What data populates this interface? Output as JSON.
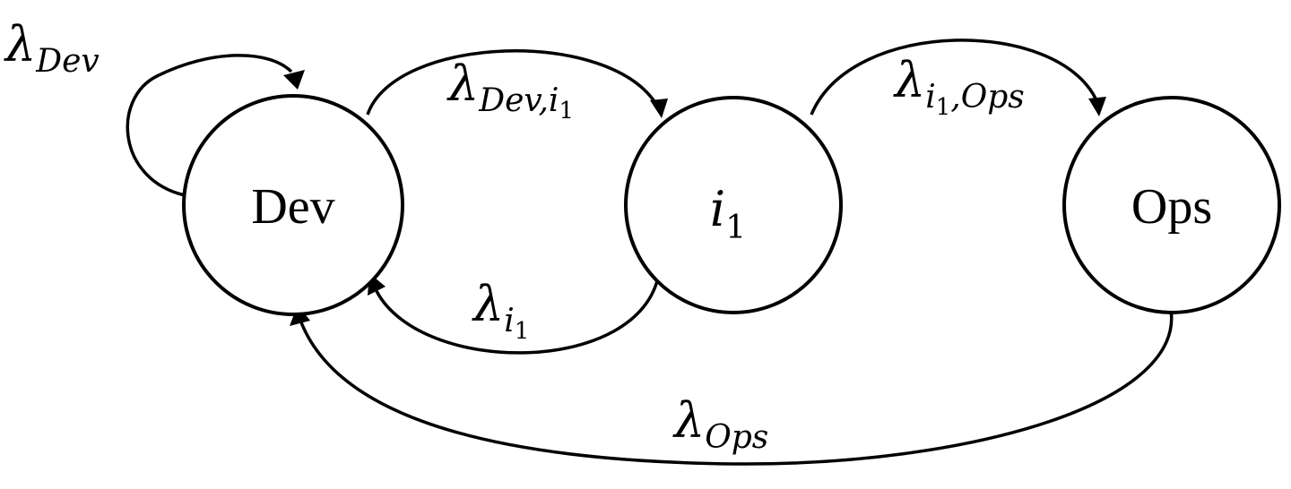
{
  "nodes": {
    "dev": {
      "label": "Dev"
    },
    "i1": {
      "label_main": "i",
      "label_sub": "1"
    },
    "ops": {
      "label": "Ops"
    }
  },
  "edges": {
    "dev_self": {
      "symbol": "λ",
      "subscript": "Dev"
    },
    "dev_to_i1": {
      "symbol": "λ",
      "subscript": "Dev,i",
      "subscript_sub": "1"
    },
    "i1_to_ops": {
      "symbol": "λ",
      "subscript": "i",
      "subscript_sub": "1",
      "subscript_tail": ",Ops"
    },
    "i1_to_dev": {
      "symbol": "λ",
      "subscript": "i",
      "subscript_sub": "1"
    },
    "ops_to_dev": {
      "symbol": "λ",
      "subscript": "Ops"
    }
  }
}
